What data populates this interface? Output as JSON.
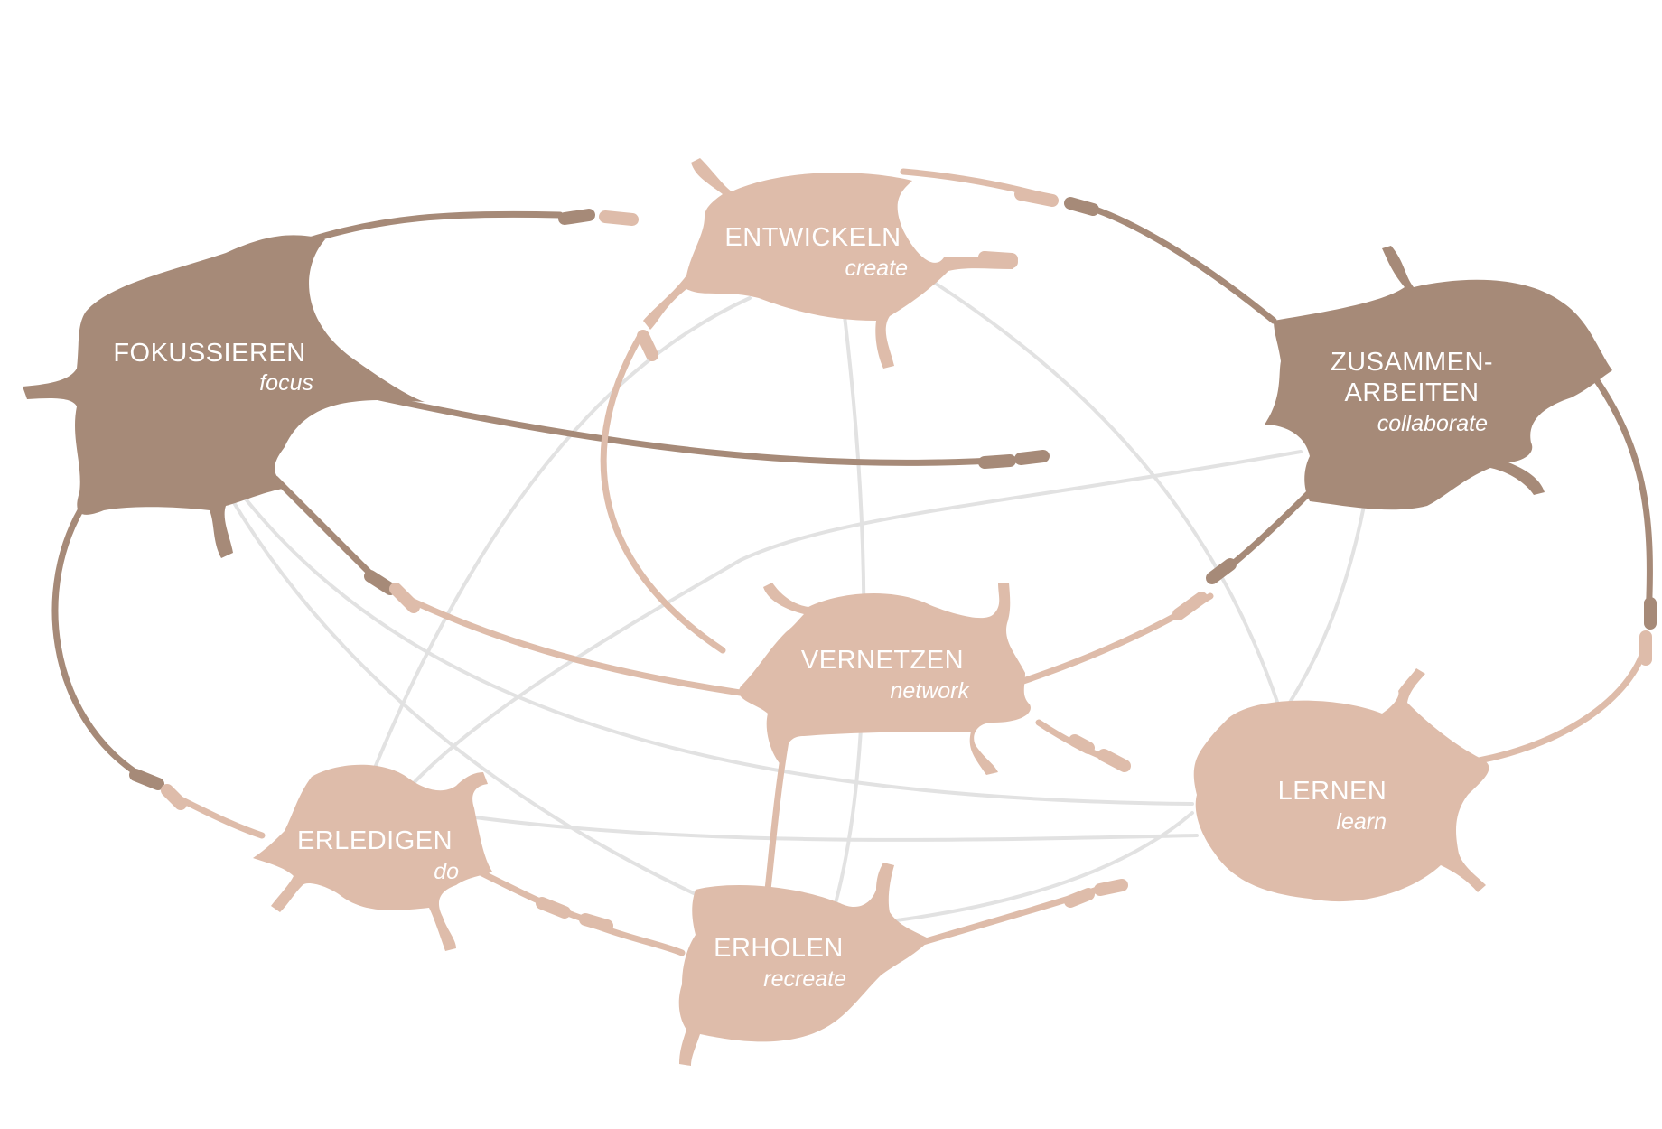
{
  "colors": {
    "dark": "#a68a78",
    "light": "#debcaa",
    "grey": "#e2e2e2",
    "text": "#ffffff"
  },
  "nodes": [
    {
      "id": "fokussieren",
      "title_lines": [
        "FOKUSSIEREN"
      ],
      "subtitle": "focus",
      "shade": "dark"
    },
    {
      "id": "entwickeln",
      "title_lines": [
        "ENTWICKELN"
      ],
      "subtitle": "create",
      "shade": "light"
    },
    {
      "id": "zusammenarbeiten",
      "title_lines": [
        "ZUSAMMEN-",
        "ARBEITEN"
      ],
      "subtitle": "collaborate",
      "shade": "dark"
    },
    {
      "id": "vernetzen",
      "title_lines": [
        "VERNETZEN"
      ],
      "subtitle": "network",
      "shade": "light"
    },
    {
      "id": "erledigen",
      "title_lines": [
        "ERLEDIGEN"
      ],
      "subtitle": "do",
      "shade": "light"
    },
    {
      "id": "erholen",
      "title_lines": [
        "ERHOLEN"
      ],
      "subtitle": "recreate",
      "shade": "light"
    },
    {
      "id": "lernen",
      "title_lines": [
        "LERNEN"
      ],
      "subtitle": "learn",
      "shade": "light"
    }
  ]
}
